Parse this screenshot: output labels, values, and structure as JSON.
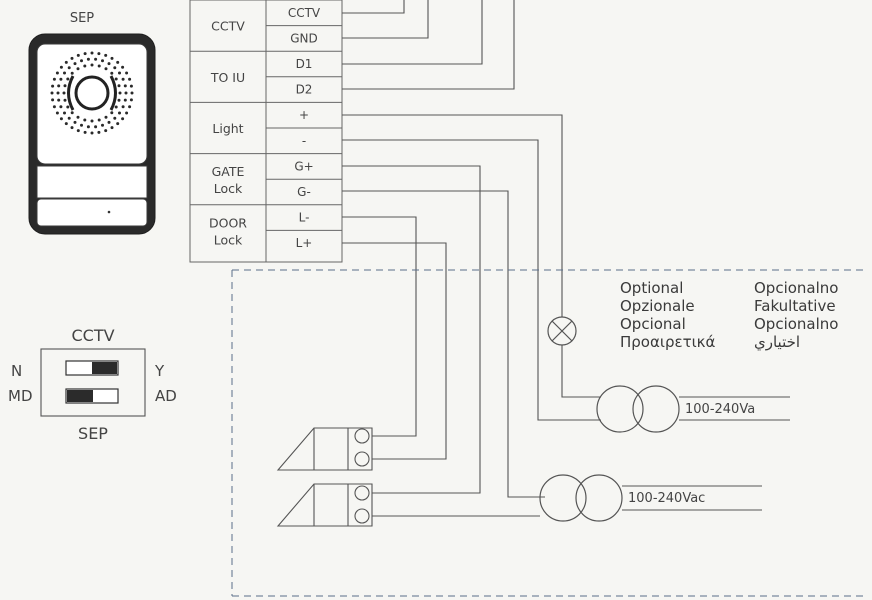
{
  "device": {
    "title": "SEP"
  },
  "terminals": {
    "groups": [
      {
        "label": [
          "CCTV"
        ],
        "pins": [
          "CCTV",
          "GND"
        ]
      },
      {
        "label": [
          "TO IU"
        ],
        "pins": [
          "D1",
          "D2"
        ]
      },
      {
        "label": [
          "Light"
        ],
        "pins": [
          "+",
          "-"
        ]
      },
      {
        "label": [
          "GATE",
          "Lock"
        ],
        "pins": [
          "G+",
          "G-"
        ]
      },
      {
        "label": [
          "DOOR",
          "Lock"
        ],
        "pins": [
          "L-",
          "L+"
        ]
      }
    ]
  },
  "dip_switch": {
    "top_label": "CCTV",
    "bottom_label": "SEP",
    "left_top": "N",
    "left_bottom": "MD",
    "right_top": "Y",
    "right_bottom": "AD"
  },
  "optional_notes": {
    "col1": [
      "Optional",
      "Opzionale",
      "Opcional",
      "Προαιρετικά"
    ],
    "col2": [
      "Opcionalno",
      "Fakultative",
      "Opcionalno",
      "اختياري"
    ]
  },
  "transformers": {
    "upper": "100-240Va",
    "lower": "100-240Vac"
  }
}
